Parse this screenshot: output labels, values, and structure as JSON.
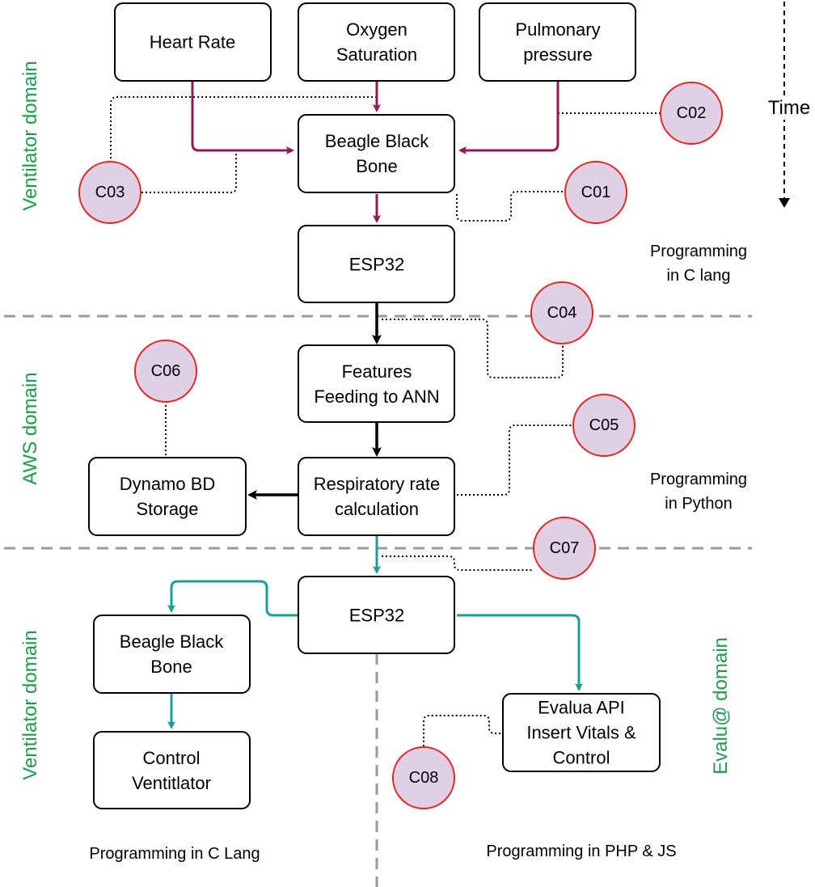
{
  "colors": {
    "maroon": "#9a1458",
    "black": "#000000",
    "teal": "#16a09a",
    "domain_green": "#1a9e4a",
    "circle_fill": "#e0d0e6",
    "circle_stroke": "#e6261f",
    "separator": "#9a9a9a"
  },
  "time_label": "Time",
  "domains": {
    "top": "Ventilator domain",
    "middle": "AWS domain",
    "bottom_left": "Ventilator domain",
    "bottom_right": "Evalu@ domain"
  },
  "notes": {
    "top": [
      "Programming",
      "in C lang"
    ],
    "middle": [
      "Programming",
      "in Python"
    ],
    "bottom_left": [
      "Programming in C Lang"
    ],
    "bottom_right": [
      "Programming in PHP & JS"
    ]
  },
  "nodes": {
    "heart_rate": [
      "Heart Rate"
    ],
    "oxygen_saturation": [
      "Oxygen",
      "Saturation"
    ],
    "pulmonary_pressure": [
      "Pulmonary",
      "pressure"
    ],
    "beagle_top": [
      "Beagle Black",
      "Bone"
    ],
    "esp32_top": [
      "ESP32"
    ],
    "features": [
      "Features",
      "Feeding to ANN"
    ],
    "respiratory": [
      "Respiratory rate",
      "calculation"
    ],
    "dynamo": [
      "Dynamo BD",
      "Storage"
    ],
    "esp32_bottom": [
      "ESP32"
    ],
    "beagle_bottom": [
      "Beagle Black",
      "Bone"
    ],
    "control": [
      "Control",
      "Ventitlator"
    ],
    "evalua_api": [
      "Evalua API",
      "Insert Vitals &",
      "Control"
    ]
  },
  "components": [
    "C01",
    "C02",
    "C03",
    "C04",
    "C05",
    "C06",
    "C07",
    "C08"
  ]
}
